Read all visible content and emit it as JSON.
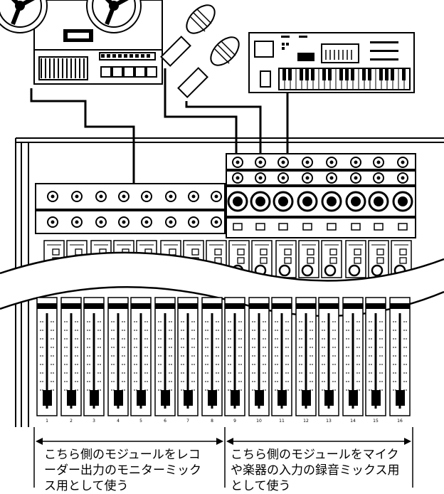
{
  "diagram": {
    "channel_numbers": [
      "1",
      "2",
      "3",
      "4",
      "5",
      "6",
      "7",
      "8",
      "9",
      "10",
      "11",
      "12",
      "13",
      "14",
      "15",
      "16"
    ],
    "left_section": {
      "caption_line1": "こちら側のモジュールをレコ",
      "caption_line2": "ーダー出力のモニターミック",
      "caption_line3": "ス用として使う"
    },
    "right_section": {
      "caption_line1": "こちら側のモジュールをマイク",
      "caption_line2": "や楽器の入力の録音ミックス用",
      "caption_line3": "として使う"
    },
    "devices": [
      "tape-recorder-icon",
      "microphone-icon",
      "microphone-icon",
      "keyboard-synthesizer-icon"
    ]
  }
}
